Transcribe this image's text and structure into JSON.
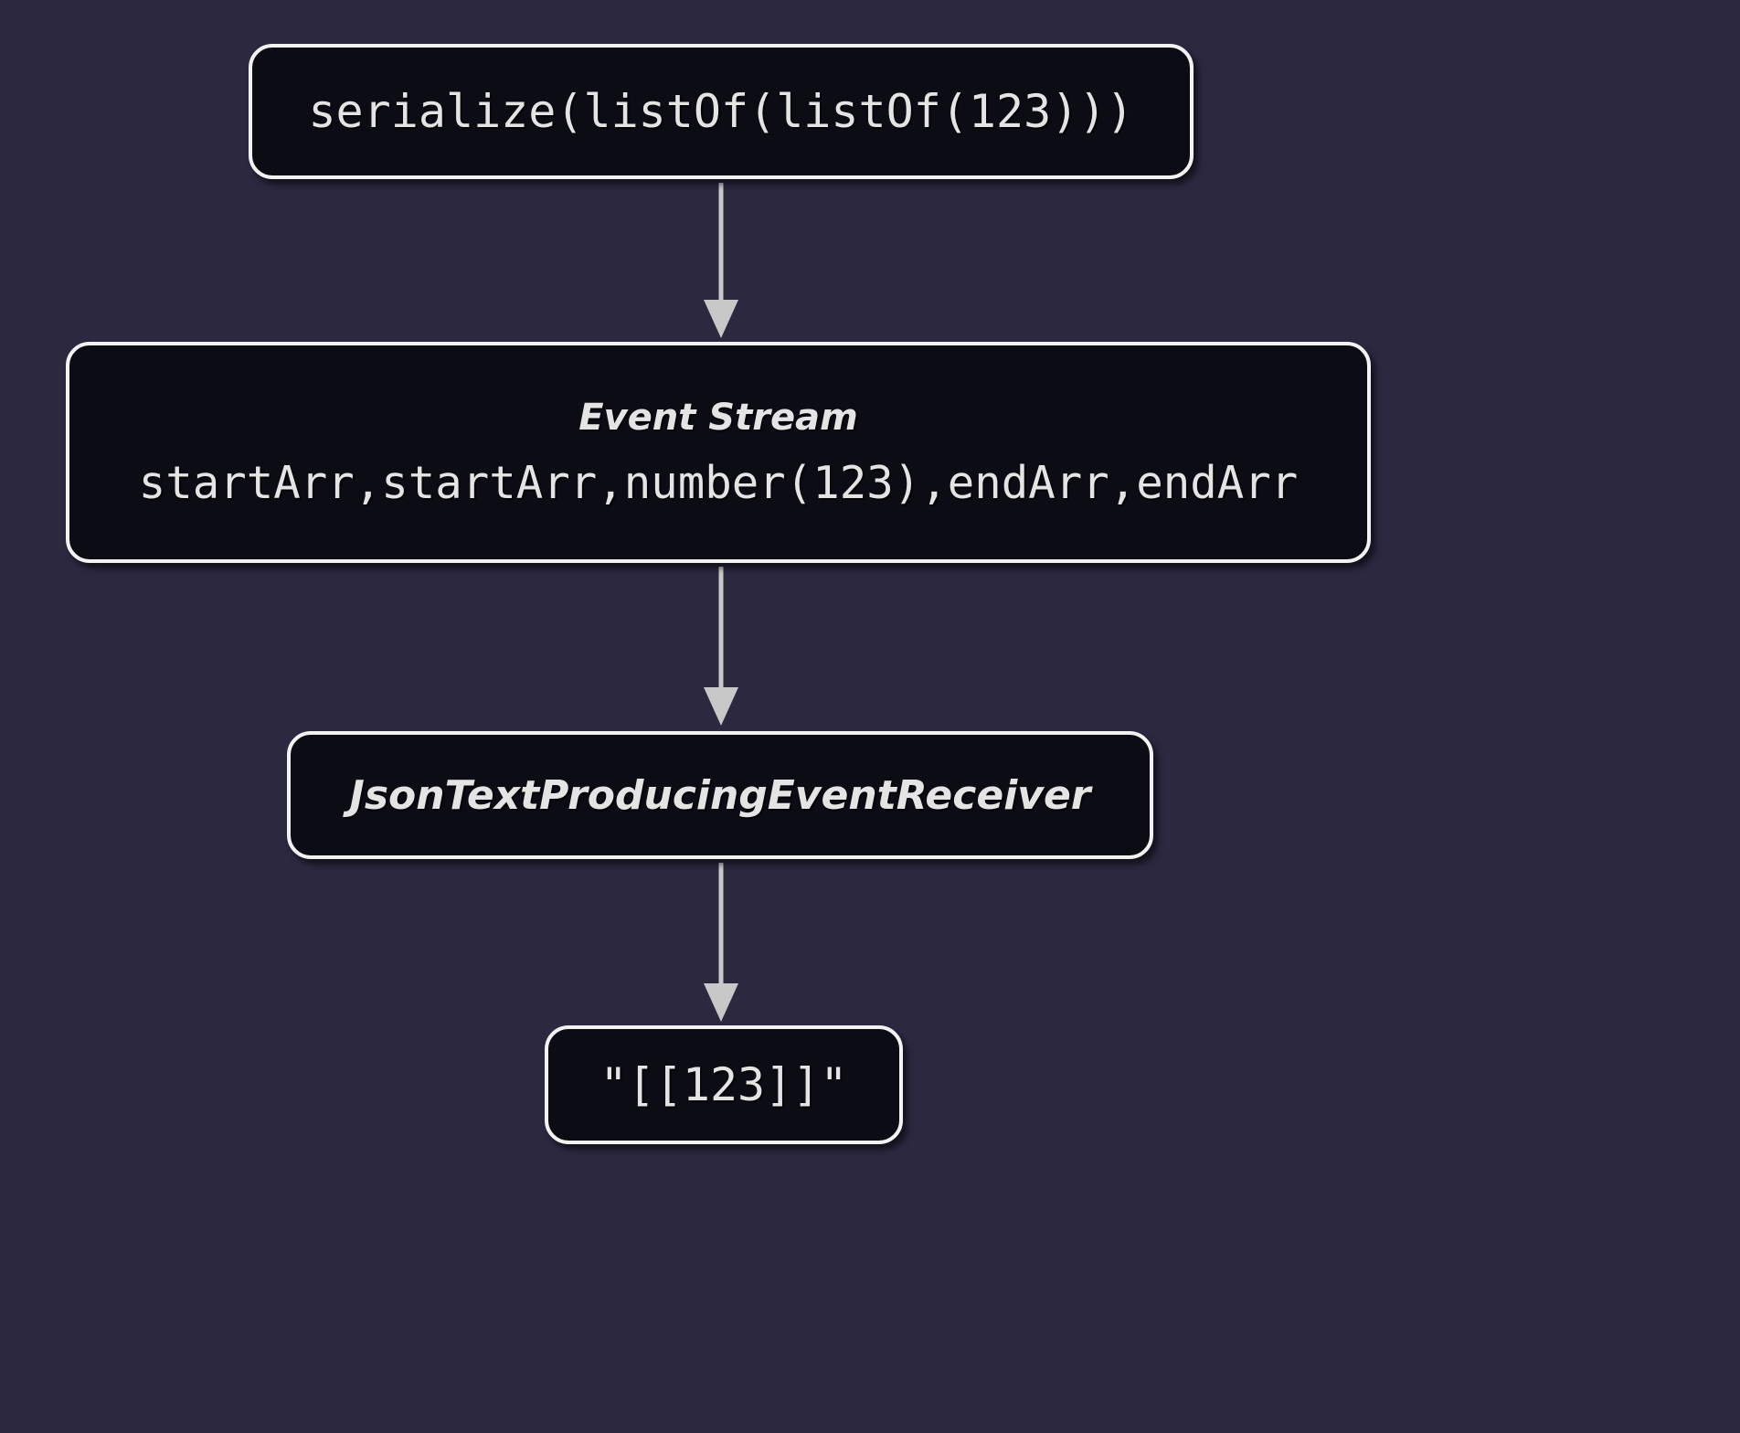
{
  "diagram": {
    "title": "serialize listOf listOf 123 event stream flow",
    "background_color": "#16141f",
    "grid_dot_color": "#2b2840",
    "node_fill": "#0c0c15",
    "node_border": "#f2f2f2",
    "text_color": "#e4e4e4",
    "edge_color": "#c8c8c8",
    "orientation": "top-to-bottom",
    "nodes": [
      {
        "id": "input",
        "label": "serialize(listOf(listOf(123)))",
        "style": "monospace",
        "shape": "rounded-rectangle"
      },
      {
        "id": "events",
        "title": "Event Stream",
        "label": "startArr,startArr,number(123),endArr,endArr",
        "style": "italic-title-with-monospace-body",
        "shape": "rounded-rectangle"
      },
      {
        "id": "receiver",
        "label": "JsonTextProducingEventReceiver",
        "style": "bold-italic",
        "shape": "rounded-rectangle"
      },
      {
        "id": "output",
        "label": "\"[[123]]\"",
        "style": "monospace",
        "shape": "rounded-rectangle"
      }
    ],
    "edges": [
      {
        "from": "input",
        "to": "events",
        "arrow": "down"
      },
      {
        "from": "events",
        "to": "receiver",
        "arrow": "down"
      },
      {
        "from": "receiver",
        "to": "output",
        "arrow": "down"
      }
    ]
  }
}
